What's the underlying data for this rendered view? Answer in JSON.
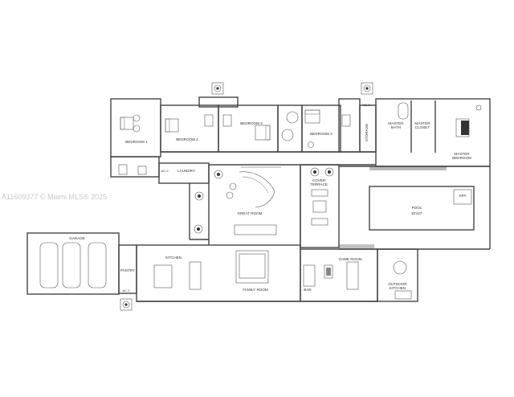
{
  "watermark": "A11609377 © Miami MLS® 2025",
  "rooms": {
    "bedroom1": "BEDROOM 1",
    "bedroom2": "BEDROOM 2",
    "bedroom3": "BEDROOM 3",
    "bedroom4": "BEDROOM 4",
    "master_bath": "MASTER\nBATH",
    "master_closet": "MASTER\nCLOSET",
    "master_bedroom": "MASTER\nBEDROOM",
    "laundry": "LAUNDRY",
    "storage": "STORAGE",
    "ac_left": "AC-2",
    "ac_right": "AC-3",
    "ac_pantry": "AC-1",
    "great_room": "GREAT ROOM",
    "cover_terrace": "COVER\nTERRACE",
    "pool": "POOL",
    "pool_size": "15'x37'",
    "spa": "SPA",
    "garage": "GARAGE",
    "pantry": "PANTRY",
    "kitchen": "KITCHEN",
    "family_room": "FAMILY ROOM",
    "game_room": "GAME ROOM",
    "bar": "BAR",
    "outdoor_kitchen": "OUTDOOR\nKITCHEN"
  }
}
